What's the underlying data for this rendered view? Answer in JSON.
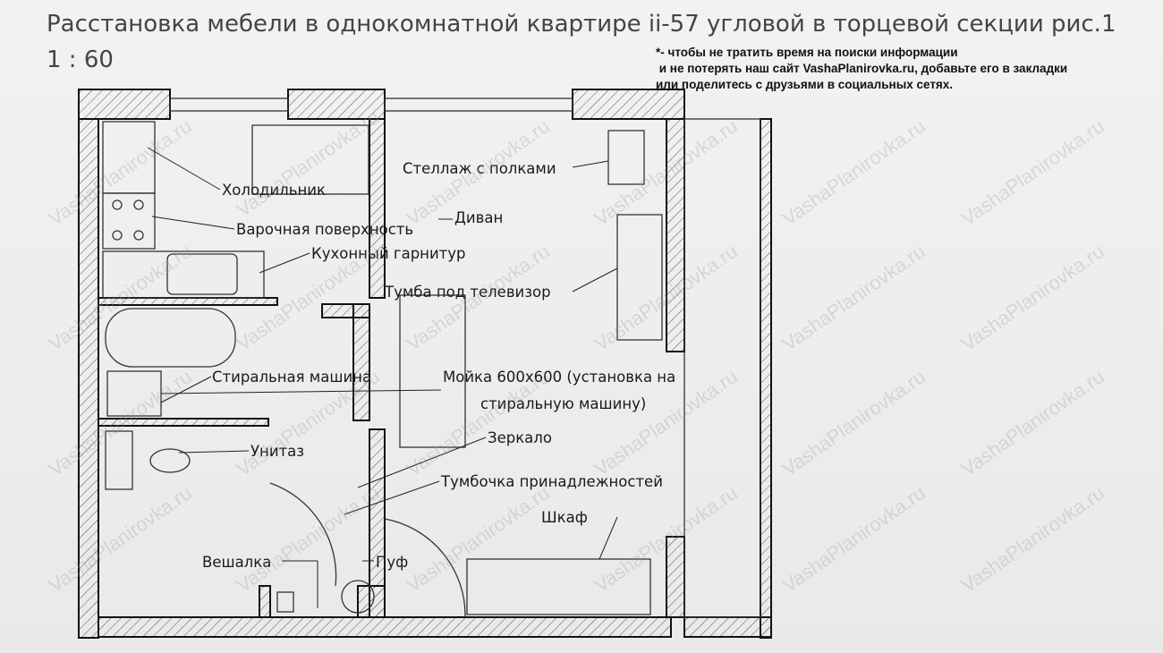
{
  "title": "Расстановка мебели в однокомнатной квартире ii-57 угловой в торцевой секции рис.1",
  "scale": "1 : 60",
  "note": "*- чтобы не тратить время на поиски информации\n и не потерять наш сайт VashaPlanirovka.ru, добавьте его в закладки\nили поделитесь с друзьями в социальных сетях.",
  "watermark": "VashaPlanirovka.ru",
  "labels": {
    "fridge": "Холодильник",
    "hob": "Варочная поверхность",
    "sofa": "Диван",
    "kitchen_set": "Кухонный гарнитур",
    "shelving": "Стеллаж с полками",
    "tv_stand": "Тумба под телевизор",
    "washing_machine": "Стиральная машина",
    "sink_line1": "Мойка 600х600 (установка на",
    "sink_line2": "стиральную машину)",
    "mirror": "Зеркало",
    "toilet": "Унитаз",
    "cabinet": "Тумбочка принадлежностей",
    "wardrobe": "Шкаф",
    "hanger": "Вешалка",
    "pouf": "Пуф"
  }
}
